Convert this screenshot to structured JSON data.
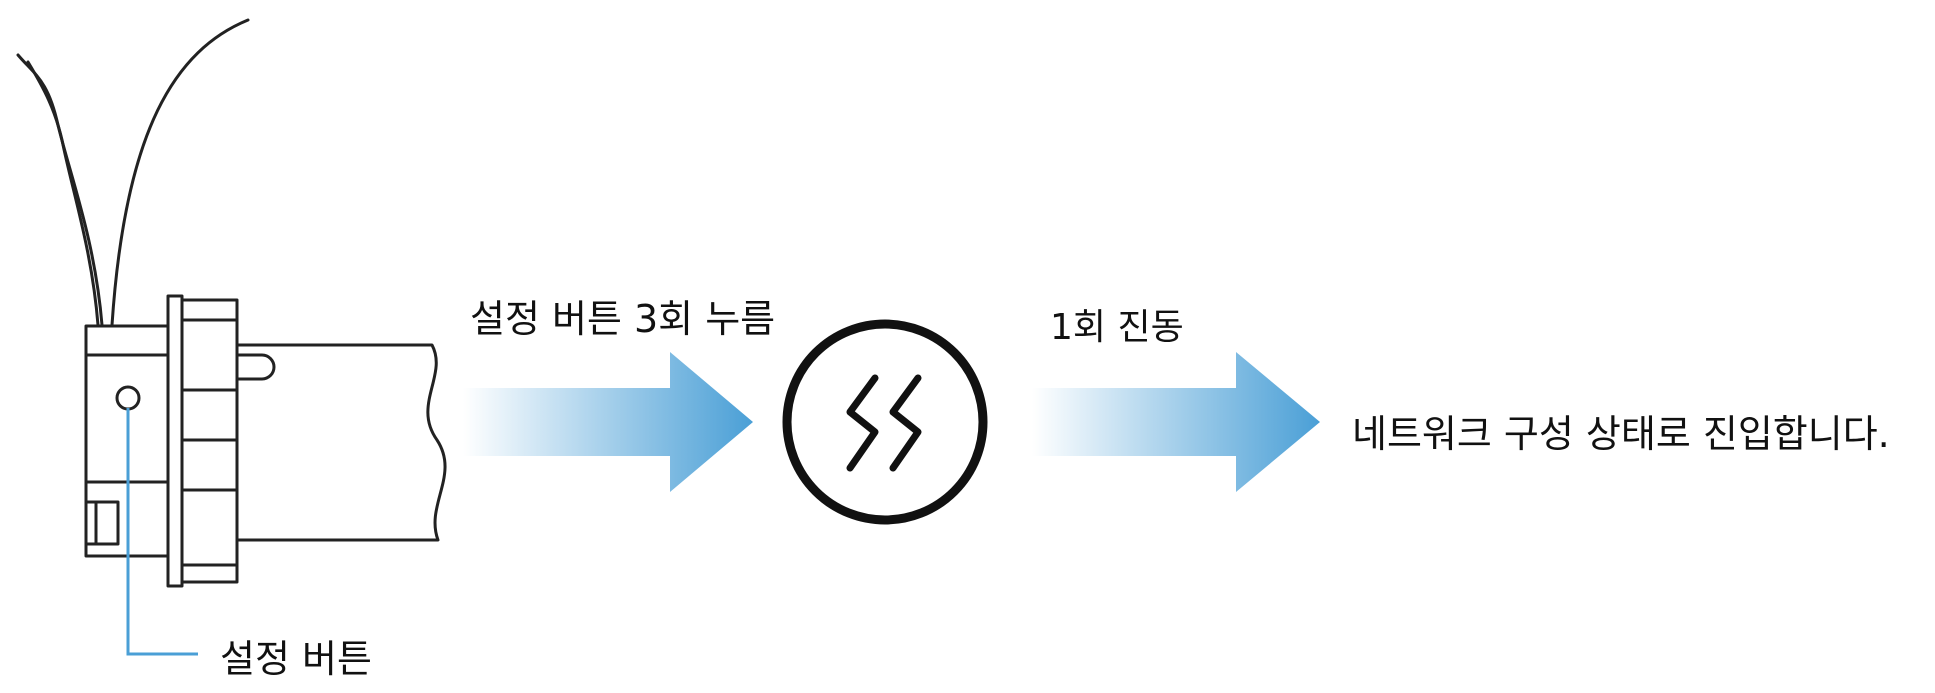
{
  "steps": {
    "press_label": "설정 버튼 3회 누름",
    "vibrate_label": "1회 진동",
    "result_label": "네트워크 구성 상태로 진입합니다."
  },
  "callouts": {
    "button_label": "설정 버튼"
  },
  "icons": {
    "motor": "tubular-motor-icon",
    "vibration": "vibration-icon",
    "arrow": "gradient-arrow-icon"
  },
  "colors": {
    "arrow_start": "#ffffff",
    "arrow_end": "#4a9fd6",
    "callout_line": "#4a9fd6",
    "stroke": "#222222"
  }
}
